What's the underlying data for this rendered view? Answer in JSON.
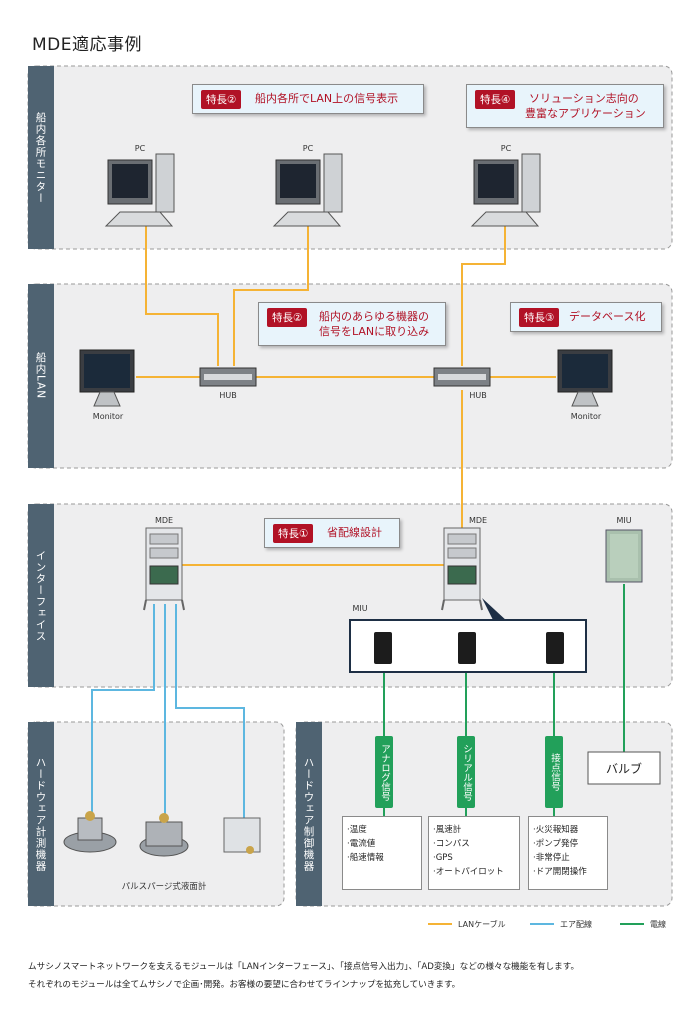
{
  "title": "MDE適応事例",
  "sections": [
    {
      "id": "monitor",
      "label": "船内各所モニター"
    },
    {
      "id": "lan",
      "label": "船内LAN"
    },
    {
      "id": "interface",
      "label": "インターフェイス"
    },
    {
      "id": "measure",
      "label": "ハードウェア計測機器"
    },
    {
      "id": "control",
      "label": "ハードウェア制御機器"
    }
  ],
  "features": {
    "f2a": {
      "badge": "特長②",
      "text": "船内各所でLAN上の信号表示"
    },
    "f4": {
      "badge": "特長④",
      "line1": "ソリューション志向の",
      "line2": "豊富なアプリケーション"
    },
    "f2b": {
      "badge": "特長②",
      "line1": "船内のあらゆる機器の",
      "line2": "信号をLANに取り込み"
    },
    "f3": {
      "badge": "特長③",
      "text": "データベース化"
    },
    "f1": {
      "badge": "特長①",
      "text": "省配線設計"
    }
  },
  "labels": {
    "pc": "PC",
    "hub": "HUB",
    "monitor": "Monitor",
    "mde": "MDE",
    "miu": "MIU",
    "valve": "バルブ",
    "purge": "パルスパージ式液面計"
  },
  "signals": {
    "analog": "アナログ信号",
    "serial": "シリアル信号",
    "contact": "接点信号"
  },
  "lists": {
    "analog": [
      "·温度",
      "·電流値",
      "·船速情報"
    ],
    "serial": [
      "·風速計",
      "·コンパス",
      "·GPS",
      "·オートパイロット"
    ],
    "contact": [
      "·火災報知器",
      "·ポンプ発停",
      "·非常停止",
      "·ドア開閉操作"
    ]
  },
  "legend": {
    "lan": "LANケーブル",
    "air": "エア配線",
    "power": "電線"
  },
  "colors": {
    "lan": "#f5b335",
    "air": "#5db7e0",
    "power": "#22a05a",
    "badge": "#b11226",
    "sidebar": "#4f6372"
  },
  "caption": {
    "line1": "ムサシノスマートネットワークを支えるモジュールは「LANインターフェース」、「接点信号入出力」、「AD変換」などの様々な機能を有します。",
    "line2": "それぞれのモジュールは全てムサシノで企画･開発。お客様の要望に合わせてラインナップを拡充していきます。"
  }
}
